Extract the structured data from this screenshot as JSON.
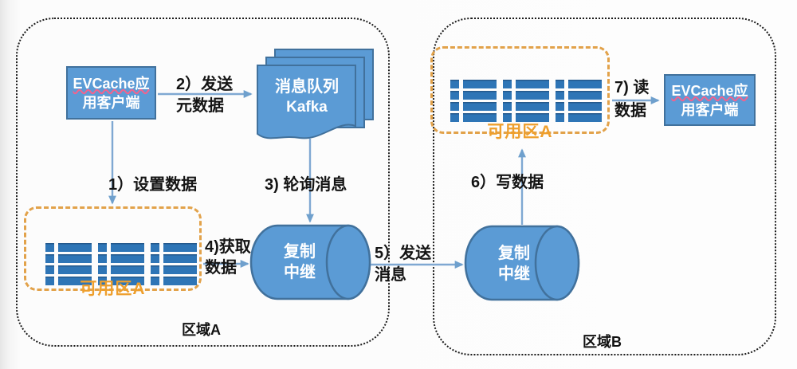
{
  "diagram": {
    "type": "architecture-flow",
    "topic": "EVCache cross-region replication"
  },
  "colors": {
    "node_fill": "#5B9BD5",
    "node_border": "#41719C",
    "rack_blue": "#2E75B6",
    "rack_edge": "#24598C",
    "arrow_blue": "#7FA8D2",
    "zone_dash_orange": "#E2A24A",
    "zone_label_orange": "#EE9F2D",
    "region_border_black": "#1B1B1B",
    "squiggle_red": "#F2638E"
  },
  "region_a": {
    "label": "区域A",
    "client": {
      "line1": "EVCache应",
      "line2": "用客户端"
    },
    "kafka": {
      "line1": "消息队列",
      "line2": "Kafka"
    },
    "relay": {
      "line1": "复制",
      "line2": "中继"
    },
    "zone": {
      "label": "可用区A"
    }
  },
  "region_b": {
    "label": "区域B",
    "client": {
      "line1": "EVCache应",
      "line2": "用客户端"
    },
    "relay": {
      "line1": "复制",
      "line2": "中继"
    },
    "zone": {
      "label": "可用区A"
    }
  },
  "steps": {
    "s1": {
      "text": "1）设置数据"
    },
    "s2": {
      "line1": "2）发送",
      "line2": "元数据"
    },
    "s3": {
      "text": "3) 轮询消息"
    },
    "s4": {
      "line1": "4)获取",
      "line2": "数据"
    },
    "s5": {
      "line1": "5）发送",
      "line2": "消息"
    },
    "s6": {
      "text": "6）写数据"
    },
    "s7": {
      "line1": "7) 读",
      "line2": "数据"
    }
  }
}
